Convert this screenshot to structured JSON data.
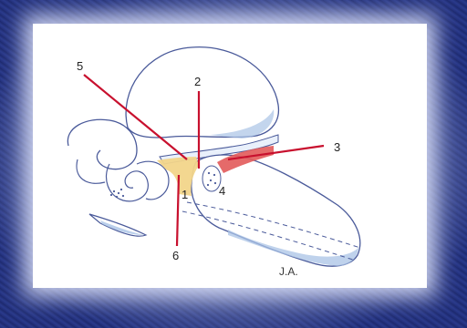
{
  "labels": {
    "n1": "1",
    "n2": "2",
    "n3": "3",
    "n4": "4",
    "n5": "5",
    "n6": "6"
  },
  "signature": "J.A.",
  "colors": {
    "background": "#23307a",
    "panel": "#ffffff",
    "leader_line": "#c8102e",
    "outline": "#4a5a9a",
    "shading": "#a9c3e6",
    "highlight_yellow": "#f2d58a",
    "highlight_red": "#e25a5a"
  }
}
